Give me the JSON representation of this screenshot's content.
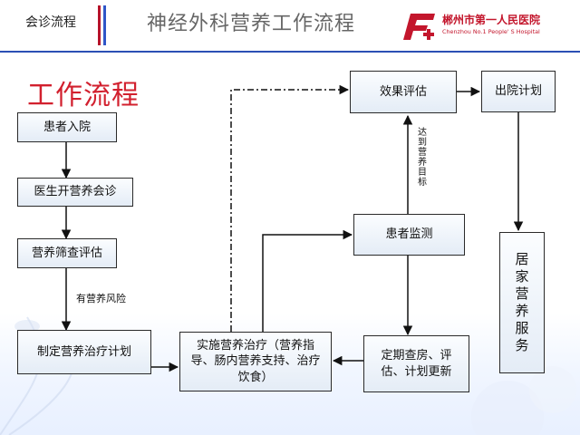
{
  "header": {
    "tab": "会诊流程",
    "title": "神经外科营养工作流程",
    "logo_cn": "郴州市第一人民医院",
    "logo_en": "Chenzhou No.1 People' S Hospital",
    "colors": {
      "red": "#c3162c",
      "blue": "#2b4fb4"
    }
  },
  "section_title": "工作流程",
  "nodes": {
    "admit": "患者入院",
    "consult": "医生开营养会诊",
    "screen": "营养筛查评估",
    "plan": "制定营养治疗计划",
    "implement": "实施营养治疗（营养指导、肠内营养支持、治疗饮食）",
    "rounds": "定期查房、评估、计划更新",
    "monitor": "患者监测",
    "evaluate": "效果评估",
    "discharge": "出院计划",
    "home": "居家营养服务"
  },
  "edge_labels": {
    "risk": "有营养风险",
    "reached": "达到营养目标"
  }
}
